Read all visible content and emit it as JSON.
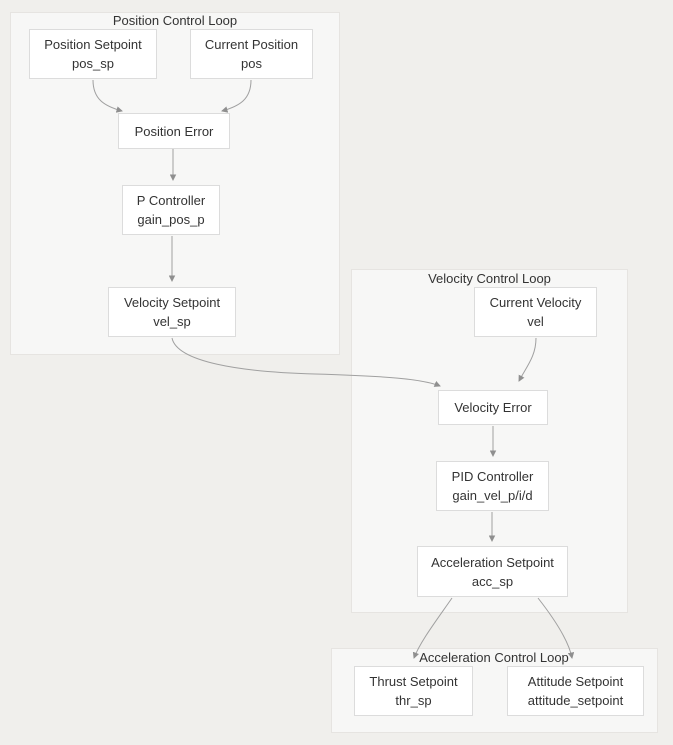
{
  "diagram": {
    "containers": {
      "position": {
        "label": "Position Control Loop"
      },
      "velocity": {
        "label": "Velocity Control Loop"
      },
      "acceleration": {
        "label": "Acceleration Control Loop"
      }
    },
    "nodes": {
      "pos_sp": {
        "title": "Position Setpoint",
        "code": "pos_sp"
      },
      "pos": {
        "title": "Current Position",
        "code": "pos"
      },
      "pos_error": {
        "title": "Position Error"
      },
      "p_ctrl": {
        "title": "P Controller",
        "code": "gain_pos_p"
      },
      "vel_sp": {
        "title": "Velocity Setpoint",
        "code": "vel_sp"
      },
      "vel": {
        "title": "Current Velocity",
        "code": "vel"
      },
      "vel_error": {
        "title": "Velocity Error"
      },
      "pid_ctrl": {
        "title": "PID Controller",
        "code": "gain_vel_p/i/d"
      },
      "acc_sp": {
        "title": "Acceleration Setpoint",
        "code": "acc_sp"
      },
      "thr_sp": {
        "title": "Thrust Setpoint",
        "code": "thr_sp"
      },
      "att_sp": {
        "title": "Attitude Setpoint",
        "code": "attitude_setpoint"
      }
    },
    "edges": [
      {
        "from": "pos_sp",
        "to": "pos_error"
      },
      {
        "from": "pos",
        "to": "pos_error"
      },
      {
        "from": "pos_error",
        "to": "p_ctrl"
      },
      {
        "from": "p_ctrl",
        "to": "vel_sp"
      },
      {
        "from": "vel_sp",
        "to": "vel_error"
      },
      {
        "from": "vel",
        "to": "vel_error"
      },
      {
        "from": "vel_error",
        "to": "pid_ctrl"
      },
      {
        "from": "pid_ctrl",
        "to": "acc_sp"
      },
      {
        "from": "acc_sp",
        "to": "thr_sp"
      },
      {
        "from": "acc_sp",
        "to": "att_sp"
      }
    ],
    "colors": {
      "page_bg": "#f0efec",
      "container_bg": "#f7f7f6",
      "container_border": "#e6e4e1",
      "node_bg": "#ffffff",
      "node_border": "#dcdcdc",
      "edge": "#a0a0a0",
      "text": "#333333"
    }
  }
}
